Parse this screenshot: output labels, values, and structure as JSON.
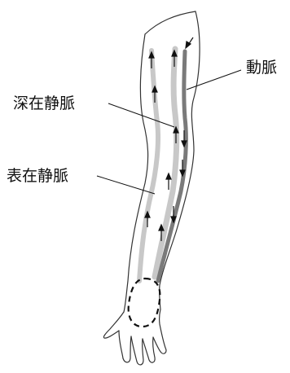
{
  "labels": {
    "artery": "動脈",
    "deep_vein": "深在静脈",
    "superficial_vein": "表在静脈"
  },
  "colors": {
    "outline": "#333333",
    "artery": "#7a7a7a",
    "vein": "#c8c8c8",
    "arrow": "#111111"
  }
}
